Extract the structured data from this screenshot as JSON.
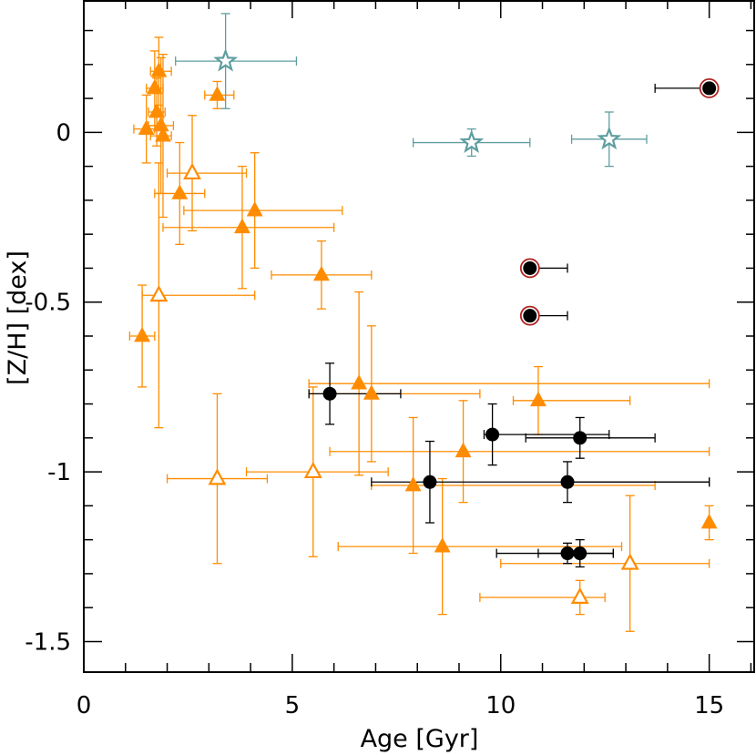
{
  "chart_data": {
    "type": "scatter",
    "xlabel": "Age [Gyr]",
    "ylabel": "[Z/H] [dex]",
    "xlim": [
      0,
      16.1
    ],
    "ylim": [
      -1.59,
      0.39
    ],
    "x_ticks": [
      "0",
      "5",
      "10",
      "15"
    ],
    "x_tick_values": [
      0,
      5,
      10,
      15
    ],
    "y_ticks": [
      "0",
      "-0.5",
      "-1",
      "-1.5"
    ],
    "y_tick_values": [
      0,
      -0.5,
      -1,
      -1.5
    ],
    "grid": false,
    "legend": null,
    "series": [
      {
        "marker": "filled-triangle",
        "color": "#ff8c00",
        "points": [
          {
            "x": 1.5,
            "y": 0.01,
            "xerr": [
              0.3,
              0.2
            ],
            "yerr": [
              0.1,
              0.1
            ]
          },
          {
            "x": 1.7,
            "y": 0.13,
            "xerr": [
              0.2,
              0.2
            ],
            "yerr": [
              0.11,
              0.11
            ]
          },
          {
            "x": 1.75,
            "y": 0.06,
            "xerr": [
              0.2,
              0.2
            ],
            "yerr": [
              0.1,
              0.1
            ]
          },
          {
            "x": 1.8,
            "y": 0.18,
            "xerr": [
              0.2,
              0.3
            ],
            "yerr": [
              0.1,
              0.1
            ]
          },
          {
            "x": 1.85,
            "y": 0.02,
            "xerr": [
              0.3,
              0.3
            ],
            "yerr": [
              0.2,
              0.2
            ]
          },
          {
            "x": 1.9,
            "y": -0.01,
            "xerr": [
              0.3,
              0.2
            ],
            "yerr": [
              0.24,
              0.24
            ]
          },
          {
            "x": 3.2,
            "y": 0.11,
            "xerr": [
              0.3,
              0.4
            ],
            "yerr": [
              0.04,
              0.04
            ]
          },
          {
            "x": 2.3,
            "y": -0.18,
            "xerr": [
              0.6,
              0.6
            ],
            "yerr": [
              0.15,
              0.15
            ]
          },
          {
            "x": 4.1,
            "y": -0.23,
            "xerr": [
              1.7,
              2.1
            ],
            "yerr": [
              0.17,
              0.17
            ]
          },
          {
            "x": 3.8,
            "y": -0.28,
            "xerr": [
              1.9,
              2.2
            ],
            "yerr": [
              0.18,
              0.18
            ]
          },
          {
            "x": 5.7,
            "y": -0.42,
            "xerr": [
              1.2,
              1.2
            ],
            "yerr": [
              0.1,
              0.1
            ]
          },
          {
            "x": 1.4,
            "y": -0.6,
            "xerr": [
              0.3,
              0.3
            ],
            "yerr": [
              0.15,
              0.15
            ]
          },
          {
            "x": 6.6,
            "y": -0.74,
            "xerr": [
              1.2,
              8.4
            ],
            "yerr": [
              0.27,
              0.27
            ]
          },
          {
            "x": 6.9,
            "y": -0.77,
            "xerr": [
              1.5,
              2.6
            ],
            "yerr": [
              0.2,
              0.2
            ]
          },
          {
            "x": 10.9,
            "y": -0.79,
            "xerr": [
              0.6,
              2.2
            ],
            "yerr": [
              0.1,
              0.1
            ]
          },
          {
            "x": 9.1,
            "y": -0.94,
            "xerr": [
              3.2,
              5.9
            ],
            "yerr": [
              0.15,
              0.15
            ]
          },
          {
            "x": 7.9,
            "y": -1.04,
            "xerr": [
              1.0,
              5.8
            ],
            "yerr": [
              0.2,
              0.2
            ]
          },
          {
            "x": 8.6,
            "y": -1.22,
            "xerr": [
              2.5,
              4.3
            ],
            "yerr": [
              0.2,
              0.2
            ]
          },
          {
            "x": 15.0,
            "y": -1.15,
            "xerr": [
              0,
              0
            ],
            "yerr": [
              0.05,
              0.05
            ]
          }
        ]
      },
      {
        "marker": "open-triangle",
        "color": "#ff8c00",
        "points": [
          {
            "x": 2.6,
            "y": -0.12,
            "xerr": [
              0.6,
              1.3
            ],
            "yerr": [
              0.17,
              0.17
            ]
          },
          {
            "x": 1.8,
            "y": -0.48,
            "xerr": [
              0.4,
              2.3
            ],
            "yerr": [
              0.39,
              0.39
            ]
          },
          {
            "x": 3.2,
            "y": -1.02,
            "xerr": [
              1.2,
              1.2
            ],
            "yerr": [
              0.25,
              0.25
            ]
          },
          {
            "x": 5.5,
            "y": -1.0,
            "xerr": [
              1.6,
              1.8
            ],
            "yerr": [
              0.25,
              0.25
            ]
          },
          {
            "x": 13.1,
            "y": -1.27,
            "xerr": [
              3.1,
              1.9
            ],
            "yerr": [
              0.2,
              0.2
            ]
          },
          {
            "x": 11.9,
            "y": -1.37,
            "xerr": [
              2.4,
              0.6
            ],
            "yerr": [
              0.05,
              0.05
            ]
          }
        ]
      },
      {
        "marker": "filled-circle",
        "color": "#000000",
        "points": [
          {
            "x": 5.9,
            "y": -0.77,
            "xerr": [
              0.5,
              1.7
            ],
            "yerr": [
              0.09,
              0.09
            ]
          },
          {
            "x": 9.8,
            "y": -0.89,
            "xerr": [
              0.2,
              2.8
            ],
            "yerr": [
              0.09,
              0.09
            ]
          },
          {
            "x": 11.9,
            "y": -0.9,
            "xerr": [
              1.3,
              1.8
            ],
            "yerr": [
              0.06,
              0.06
            ]
          },
          {
            "x": 8.3,
            "y": -1.03,
            "xerr": [
              1.4,
              6.7
            ],
            "yerr": [
              0.12,
              0.12
            ]
          },
          {
            "x": 11.6,
            "y": -1.03,
            "xerr": [
              0,
              3.4
            ],
            "yerr": [
              0.06,
              0.06
            ]
          },
          {
            "x": 11.6,
            "y": -1.24,
            "xerr": [
              1.7,
              1.1
            ],
            "yerr": [
              0.03,
              0.03
            ]
          },
          {
            "x": 11.9,
            "y": -1.24,
            "xerr": [
              1.0,
              0.8
            ],
            "yerr": [
              0.04,
              0.04
            ]
          }
        ]
      },
      {
        "marker": "circle-ringed",
        "color": "#000000",
        "ring_color": "#b22222",
        "points": [
          {
            "x": 15.0,
            "y": 0.13,
            "xerr": [
              1.3,
              0
            ],
            "yerr": [
              0.02,
              0.02
            ]
          },
          {
            "x": 10.7,
            "y": -0.4,
            "xerr": [
              0,
              0.9
            ],
            "yerr": [
              0.02,
              0.02
            ]
          },
          {
            "x": 10.7,
            "y": -0.54,
            "xerr": [
              0,
              0.9
            ],
            "yerr": [
              0.02,
              0.02
            ]
          }
        ]
      },
      {
        "marker": "open-star",
        "color": "#5f9ea0",
        "points": [
          {
            "x": 3.4,
            "y": 0.21,
            "xerr": [
              1.2,
              1.7
            ],
            "yerr": [
              0.14,
              0.14
            ]
          },
          {
            "x": 9.3,
            "y": -0.03,
            "xerr": [
              1.4,
              1.4
            ],
            "yerr": [
              0.04,
              0.04
            ]
          },
          {
            "x": 12.6,
            "y": -0.02,
            "xerr": [
              0.9,
              0.9
            ],
            "yerr": [
              0.08,
              0.08
            ]
          }
        ]
      }
    ]
  }
}
